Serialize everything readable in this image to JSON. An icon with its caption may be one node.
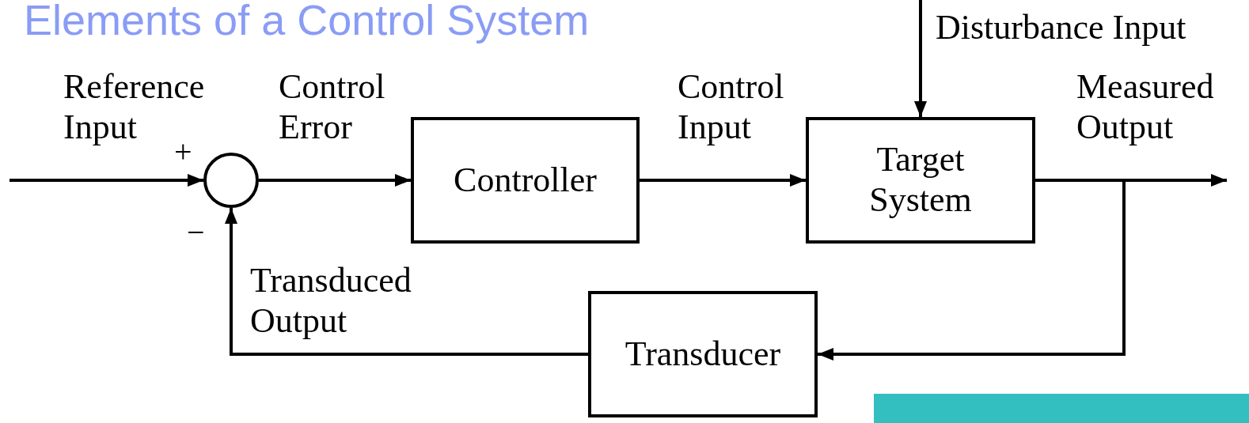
{
  "diagram": {
    "title": "Elements of a Control System",
    "nodes": [
      {
        "text": [],
        "shape": "circle"
      },
      {
        "text": [
          "Controller"
        ]
      },
      {
        "text": [
          "Target System"
        ]
      },
      {
        "text": [
          "Transducer"
        ]
      },
      {
        "text": [],
        "shape": "box"
      }
    ],
    "edges": [
      {
        "from": null,
        "to": 0,
        "arrow": "to",
        "label": "Reference Input"
      },
      {
        "from": 0,
        "to": 1,
        "arrow": "to",
        "label": "Control Error"
      },
      {
        "from": 1,
        "to": 2,
        "arrow": "to",
        "label": "Control Input"
      },
      {
        "from": 2,
        "to": null,
        "arrow": "to",
        "label": "Measured Output"
      },
      {
        "from": null,
        "to": 2,
        "arrow": "to",
        "label": "Disturbance Input"
      },
      {
        "from": 2,
        "to": 3,
        "arrow": "to"
      },
      {
        "from": 3,
        "to": 0,
        "arrow": "to",
        "label": "Transduced Output"
      }
    ],
    "labels": [
      "+",
      "−"
    ]
  }
}
